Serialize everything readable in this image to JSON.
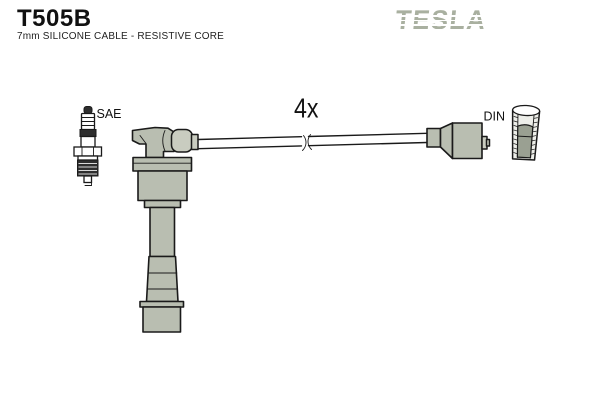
{
  "header": {
    "part_number": "T505B",
    "subtitle": "7mm SILICONE CABLE - RESISTIVE CORE",
    "brand": "TESLA"
  },
  "diagram": {
    "quantity_label": "4x",
    "plug_end_label": "SAE",
    "distributor_end_label": "DIN"
  },
  "colors": {
    "outline": "#1a1a1a",
    "boot_gray": "#b9beb1",
    "cap_gray": "#c9ccc0",
    "insert_gray": "#9aa092",
    "cup_wall": "#edeee9",
    "logo_green": "#a9b0a0",
    "text_black": "#111111"
  }
}
